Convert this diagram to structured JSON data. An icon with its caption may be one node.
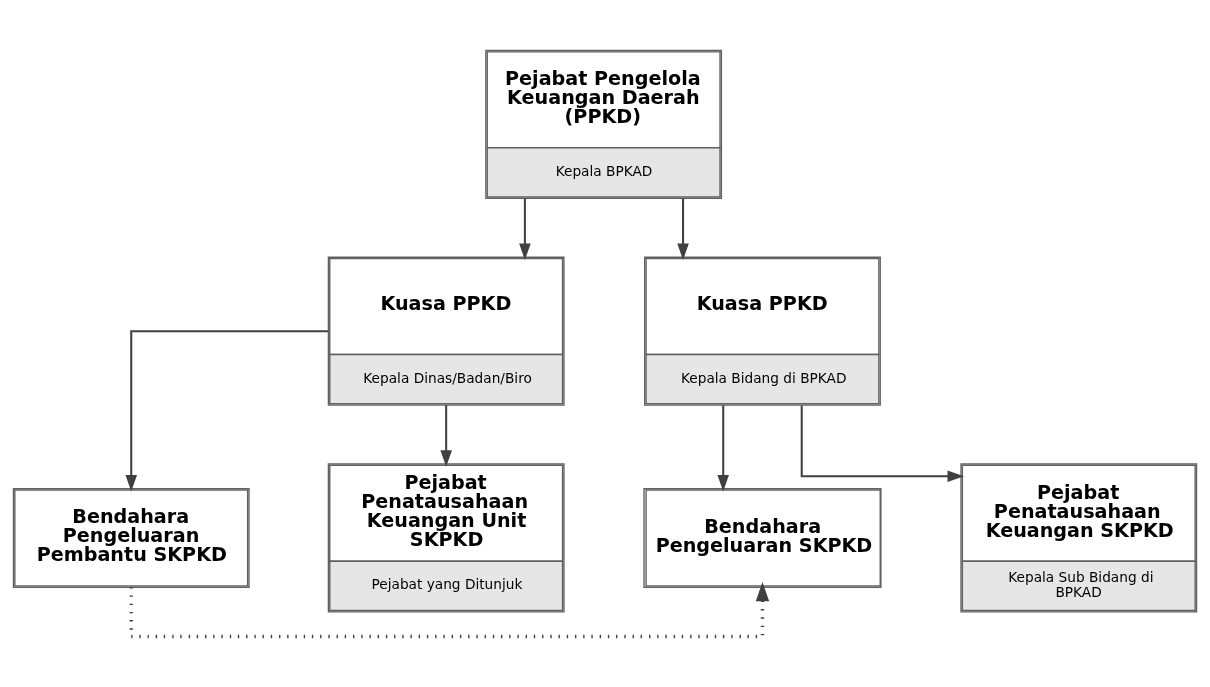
{
  "diagram": {
    "nodes": [
      {
        "text": [
          "Pejabat Pengelola Keuangan Daerah (PPKD)",
          "Kepala BPKAD"
        ]
      },
      {
        "text": [
          "Kuasa PPKD",
          "Kepala Dinas/Badan/Biro"
        ]
      },
      {
        "text": [
          "Kuasa PPKD",
          "Kepala Bidang di BPKAD"
        ]
      },
      {
        "text": [
          "Bendahara Pengeluaran Pembantu SKPKD"
        ]
      },
      {
        "text": [
          "Pejabat Penatausahaan Keuangan Unit SKPKD",
          "Pejabat yang Ditunjuk"
        ]
      },
      {
        "text": [
          "Bendahara Pengeluaran SKPKD"
        ]
      },
      {
        "text": [
          "Pejabat Penatausahaan Keuangan SKPKD",
          "Kepala Sub Bidang di BPKAD"
        ]
      }
    ],
    "edges": [
      {
        "from": 0,
        "to": 1,
        "arrow": "to"
      },
      {
        "from": 0,
        "to": 2,
        "arrow": "to"
      },
      {
        "from": 1,
        "to": 3,
        "arrow": "to"
      },
      {
        "from": 1,
        "to": 4,
        "arrow": "to"
      },
      {
        "from": 2,
        "to": 5,
        "arrow": "to"
      },
      {
        "from": 2,
        "to": 6,
        "arrow": "to"
      },
      {
        "from": 3,
        "to": 5,
        "arrow": "to",
        "style": "dashed"
      }
    ]
  }
}
